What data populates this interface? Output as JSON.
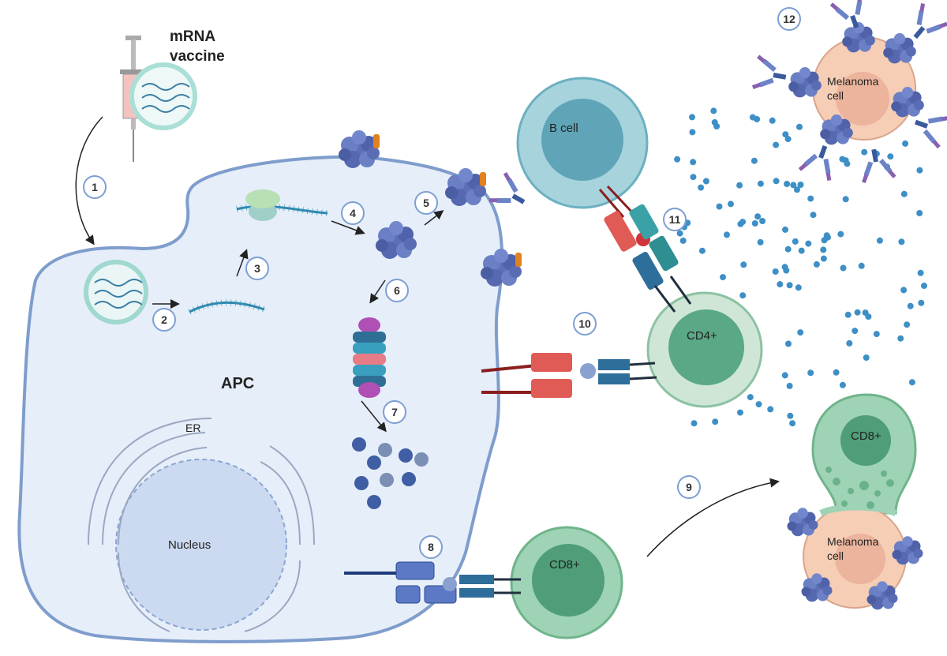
{
  "labels": {
    "vaccine_line1": "mRNA",
    "vaccine_line2": "vaccine",
    "apc": "APC",
    "er": "ER",
    "nucleus": "Nucleus",
    "b_cell": "B cell",
    "cd4": "CD4+",
    "cd8_bottom": "CD8+",
    "cd8_right": "CD8+",
    "melanoma_top_line1": "Melanoma",
    "melanoma_top_line2": "cell",
    "melanoma_bottom_line1": "Melanoma",
    "melanoma_bottom_line2": "cell"
  },
  "steps": [
    "1",
    "2",
    "3",
    "4",
    "5",
    "6",
    "7",
    "8",
    "9",
    "10",
    "11",
    "12"
  ],
  "colors": {
    "apc_fill": "#e6eef9",
    "apc_stroke": "#7f9dcc",
    "b_cell": "#a7d3dd",
    "cd4": "#cfe6d6",
    "cd8": "#9fd3b5",
    "melanoma": "#f6cdb5",
    "antigen": "#5d70b7",
    "mhc_class2": "#e05a56",
    "mhc_class1": "#5b79c4",
    "tcr": "#2e6e9a",
    "cytokine": "#3d8fc6"
  }
}
